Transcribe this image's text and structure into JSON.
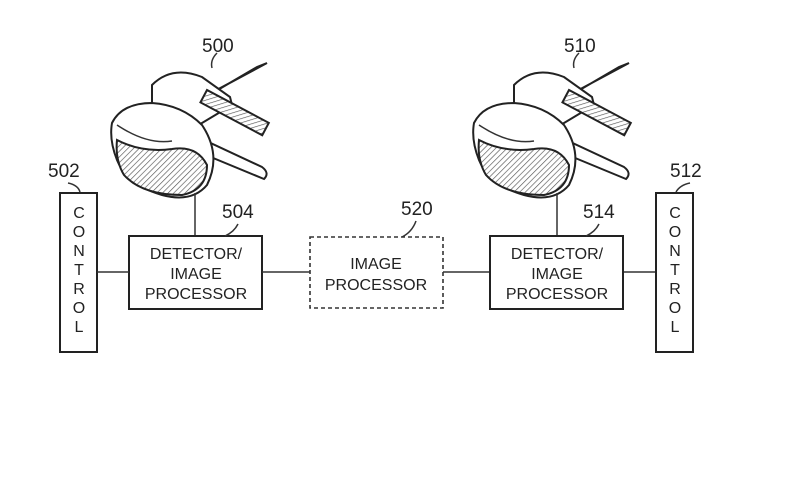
{
  "left_unit": {
    "headset_ref": "500",
    "control_ref": "502",
    "control_label": [
      "C",
      "O",
      "N",
      "T",
      "R",
      "O",
      "L"
    ],
    "detector_ref": "504",
    "detector_label": [
      "DETECTOR/",
      "IMAGE",
      "PROCESSOR"
    ]
  },
  "center_unit": {
    "processor_ref": "520",
    "processor_label": [
      "IMAGE",
      "PROCESSOR"
    ]
  },
  "right_unit": {
    "headset_ref": "510",
    "control_ref": "512",
    "control_label": [
      "C",
      "O",
      "N",
      "T",
      "R",
      "O",
      "L"
    ],
    "detector_ref": "514",
    "detector_label": [
      "DETECTOR/",
      "IMAGE",
      "PROCESSOR"
    ]
  }
}
